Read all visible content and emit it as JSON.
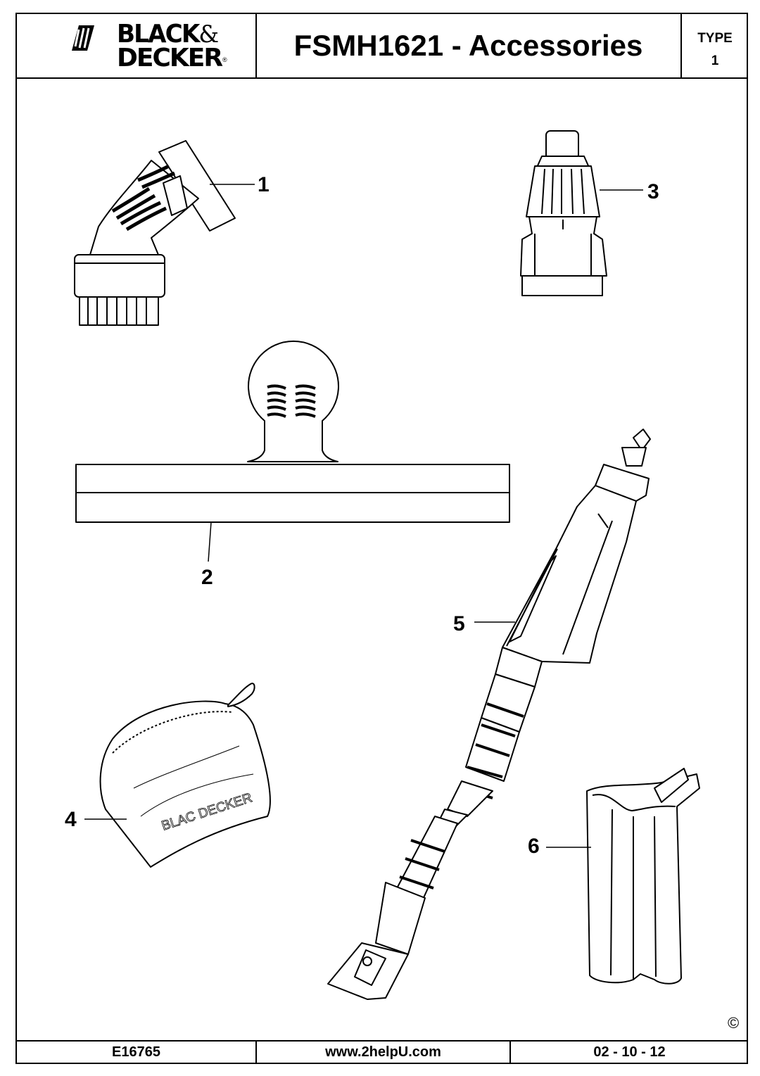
{
  "header": {
    "brand_top": "BLACK",
    "brand_amp": "&",
    "brand_bottom": "DECKER",
    "brand_reg": "®",
    "title": "FSMH1621 - Accessories",
    "type_label": "TYPE",
    "type_value": "1"
  },
  "callouts": [
    "1",
    "2",
    "3",
    "4",
    "5",
    "6"
  ],
  "bag_print": "BLAC  DECKER",
  "copyright_symbol": "©",
  "footer": {
    "doc_code": "E16765",
    "website": "www.2helpU.com",
    "date": "02 - 10 - 12"
  }
}
